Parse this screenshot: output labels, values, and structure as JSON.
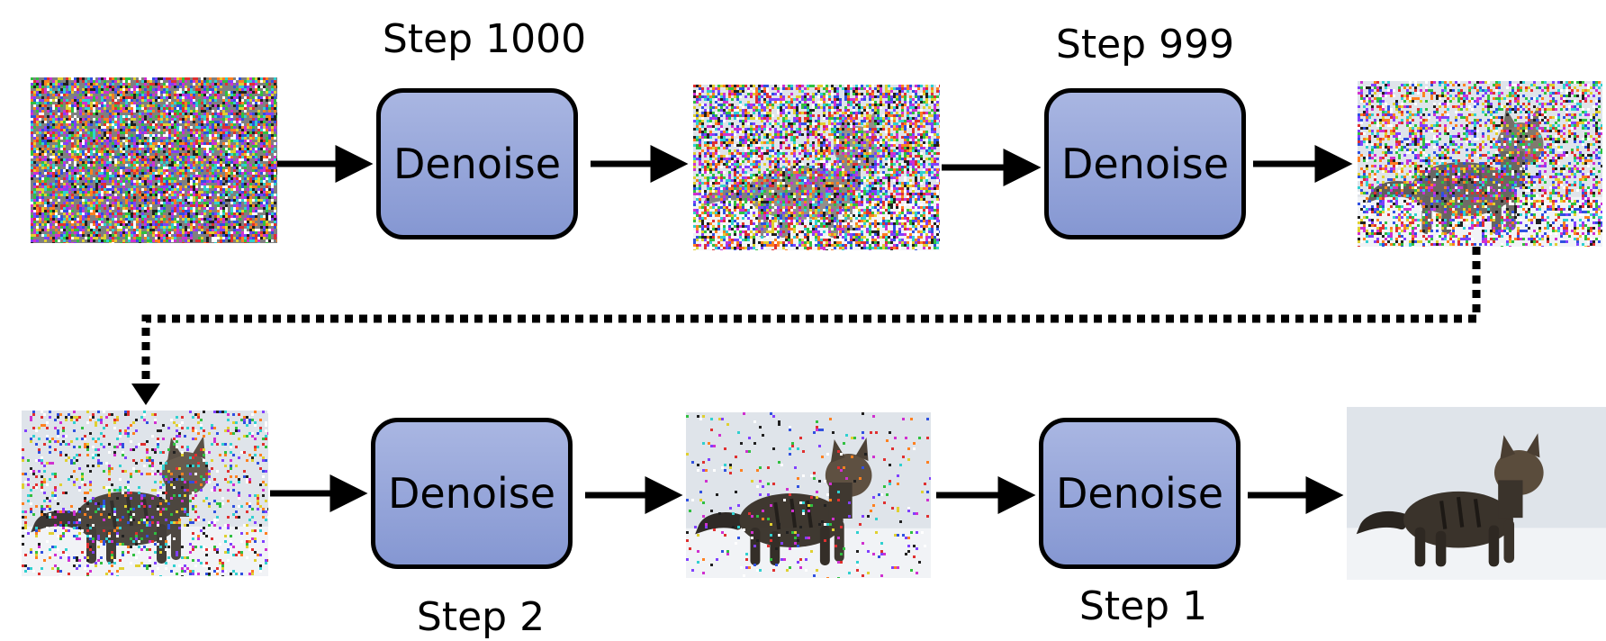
{
  "steps": {
    "top_left": "Step 1000",
    "top_right": "Step 999",
    "bottom_left": "Step 2",
    "bottom_right": "Step 1"
  },
  "box_label": "Denoise",
  "colors": {
    "box_top": "#a9b6e2",
    "box_bottom": "#8597d2",
    "stroke": "#000000"
  },
  "images": [
    {
      "name": "pure-noise-image",
      "noise": 1.0
    },
    {
      "name": "noisy-cat-image-heavy",
      "noise": 0.8
    },
    {
      "name": "noisy-cat-image-medium",
      "noise": 0.5
    },
    {
      "name": "noisy-cat-image-light",
      "noise": 0.18
    },
    {
      "name": "cat-image-slight-noise",
      "noise": 0.05
    },
    {
      "name": "clean-cat-image",
      "noise": 0.0
    }
  ]
}
